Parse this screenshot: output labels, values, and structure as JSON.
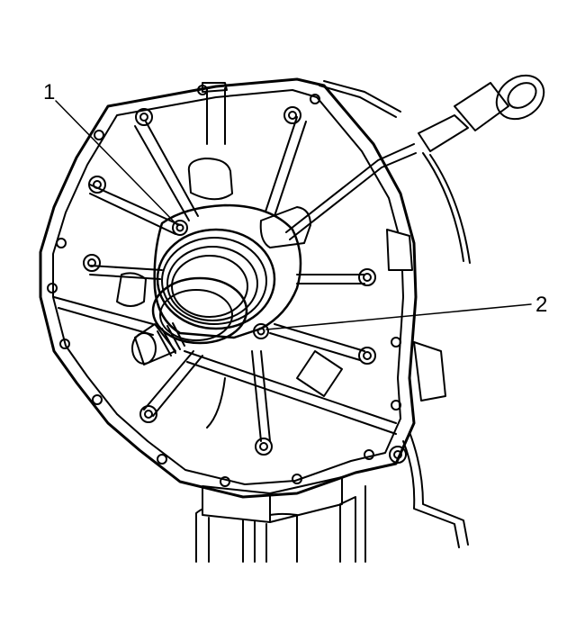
{
  "figure": {
    "subject": "transmission-case-with-clutch-release-bearing",
    "line_color": "#000000",
    "fill_color": "#ffffff",
    "callouts": [
      {
        "id": "callout-1",
        "label": "1"
      },
      {
        "id": "callout-2",
        "label": "2"
      }
    ]
  }
}
